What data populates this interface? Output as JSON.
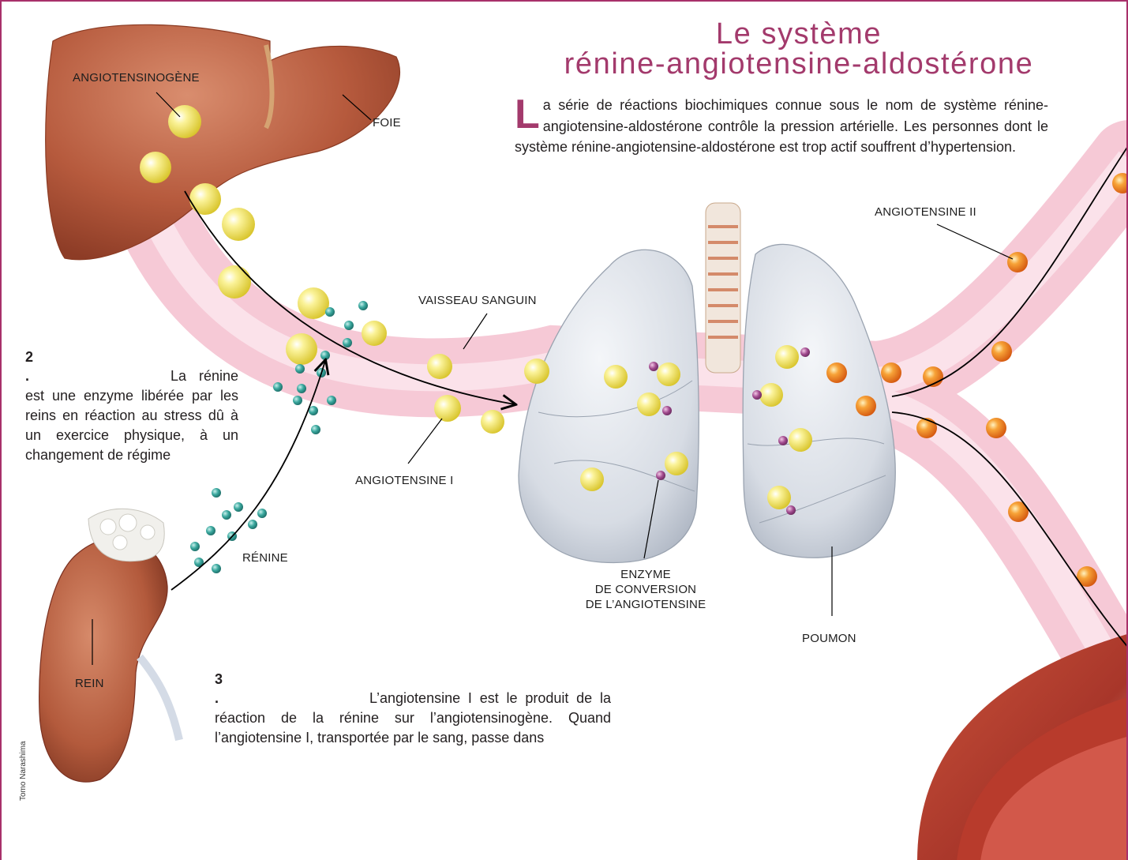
{
  "title": {
    "line1": "Le système",
    "line2": "rénine-angiotensine-aldostérone"
  },
  "intro": {
    "dropcap": "L",
    "text": "a série de réactions biochimiques connue sous le nom de système rénine-angiotensine-aldostérone contrôle la pression artérielle. Les personnes dont le système rénine-angiotensine-aldostérone est trop actif souffrent d’hypertension."
  },
  "labels": {
    "angiotensinogene": "ANGIOTENSINOGÈNE",
    "foie": "FOIE",
    "vaisseau": "VAISSEAU SANGUIN",
    "angiotensine1": "ANGIOTENSINE I",
    "renine": "RÉNINE",
    "rein": "REIN",
    "angiotensine2": "ANGIOTENSINE II",
    "enzyme_l1": "ENZYME",
    "enzyme_l2": "DE CONVERSION",
    "enzyme_l3": "DE L’ANGIOTENSINE",
    "poumon": "POUMON"
  },
  "steps": {
    "s2": {
      "num": "2",
      "dot": ".",
      "text": "La rénine est une enzyme libérée par les reins en réaction au stress dû à un exercice physique, à un changement de régime"
    },
    "s3": {
      "num": "3",
      "dot": ".",
      "text": "L’angiotensine I est le produit de la réaction de la rénine sur l’angiotensinogène. Quand l’angiotensine I, transportée par le sang, passe dans"
    }
  },
  "credit": "Tomo Narashima",
  "colors": {
    "title": "#a33a6c",
    "border": "#a8306a",
    "vessel": "#f6c9d6",
    "organ_liver": "#b25a3e",
    "lung": "#dfe3ea",
    "molecule_yellow": "#f3e24a",
    "molecule_orange": "#ee7a1c",
    "renine_teal": "#2f9f95",
    "enzyme_purple": "#a14a8e"
  }
}
